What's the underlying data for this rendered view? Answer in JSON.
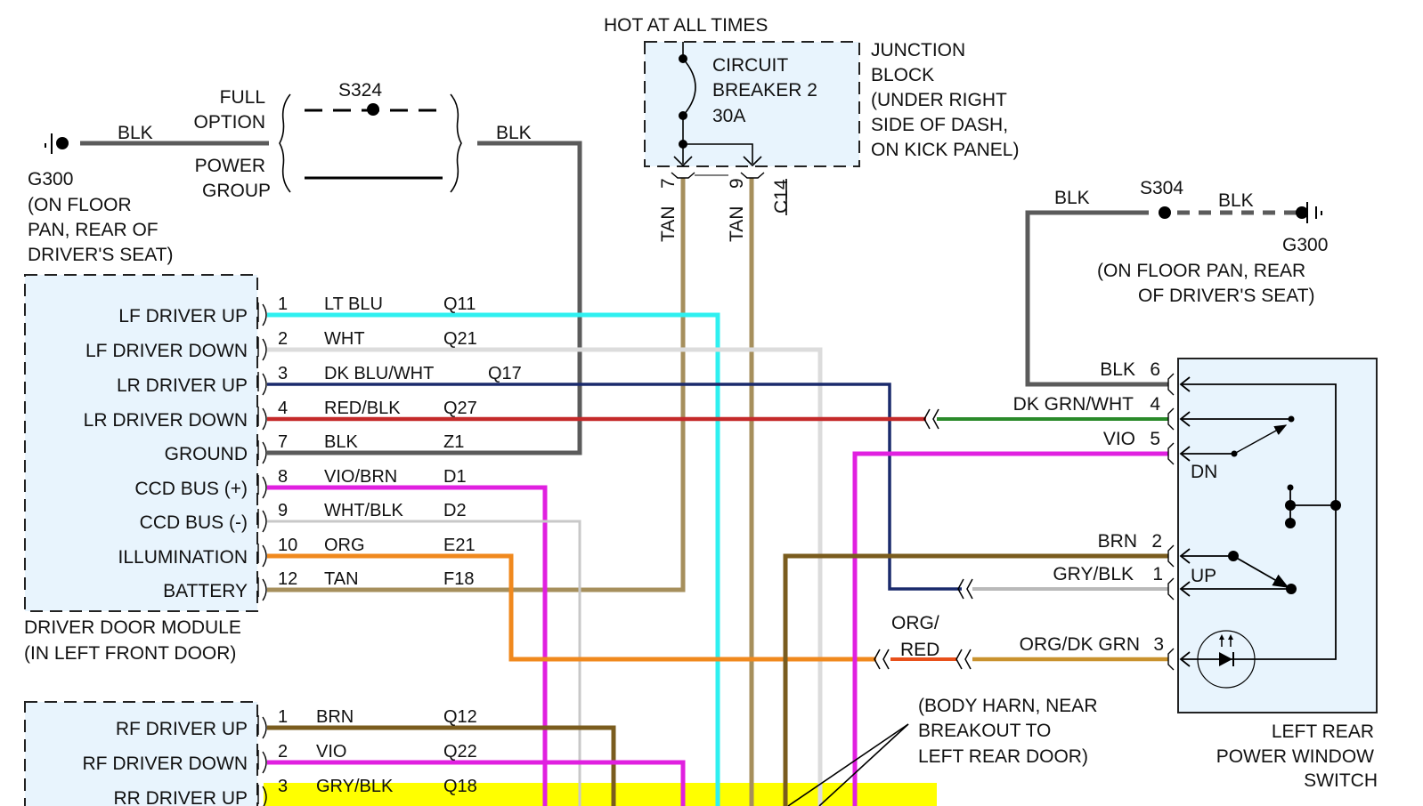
{
  "title": "Power Window Wiring Diagram",
  "colors": {
    "box_fill": "#e8f4fd",
    "highlight": "#ffff00",
    "wire": {
      "LT BLU": "#2ff0f0",
      "WHT": "#dcdcdc",
      "DK BLU/WHT": "#1a2a6c",
      "RED/BLK": "#c42a2a",
      "BLK": "#5b5b5b",
      "VIO/BRN": "#e020e0",
      "WHT/BLK": "#c8c8c8",
      "ORG": "#f0891e",
      "TAN": "#a68f5c",
      "BRN": "#7a5c1e",
      "VIO": "#e020e0",
      "GRY/BLK": "#b9b9b9",
      "DK GRN/WHT": "#2a8a2a",
      "ORG/RED": "#e8501a",
      "ORG/DK GRN": "#c9922e"
    }
  },
  "top_ground": {
    "ground_id": "G300",
    "ground_location": [
      "(ON FLOOR",
      "PAN, REAR OF",
      "DRIVER'S SEAT)"
    ],
    "wire_left": "BLK",
    "wire_right": "BLK",
    "splice_id": "S324",
    "option_full": [
      "FULL",
      "OPTION"
    ],
    "option_power": [
      "POWER",
      "GROUP"
    ]
  },
  "junction_block": {
    "header": "HOT AT ALL TIMES",
    "breaker_label": [
      "CIRCUIT",
      "BREAKER 2",
      "30A"
    ],
    "title": [
      "JUNCTION",
      "BLOCK",
      "(UNDER RIGHT",
      "SIDE OF DASH,",
      "ON KICK PANEL)"
    ],
    "pins": [
      {
        "pin": "7",
        "color": "TAN"
      },
      {
        "pin": "9",
        "color": "TAN"
      }
    ],
    "connector_id": "C14"
  },
  "driver_door_module": {
    "title": [
      "DRIVER DOOR MODULE",
      "(IN LEFT FRONT DOOR)"
    ],
    "pins": [
      {
        "label": "LF DRIVER UP",
        "pin": "1",
        "color": "LT BLU",
        "circuit": "Q11"
      },
      {
        "label": "LF DRIVER DOWN",
        "pin": "2",
        "color": "WHT",
        "circuit": "Q21"
      },
      {
        "label": "LR DRIVER UP",
        "pin": "3",
        "color": "DK BLU/WHT",
        "circuit": "Q17"
      },
      {
        "label": "LR DRIVER DOWN",
        "pin": "4",
        "color": "RED/BLK",
        "circuit": "Q27"
      },
      {
        "label": "GROUND",
        "pin": "7",
        "color": "BLK",
        "circuit": "Z1"
      },
      {
        "label": "CCD BUS (+)",
        "pin": "8",
        "color": "VIO/BRN",
        "circuit": "D1"
      },
      {
        "label": "CCD BUS (-)",
        "pin": "9",
        "color": "WHT/BLK",
        "circuit": "D2"
      },
      {
        "label": "ILLUMINATION",
        "pin": "10",
        "color": "ORG",
        "circuit": "E21"
      },
      {
        "label": "BATTERY",
        "pin": "12",
        "color": "TAN",
        "circuit": "F18"
      }
    ]
  },
  "rf_module": {
    "pins": [
      {
        "label": "RF DRIVER UP",
        "pin": "1",
        "color": "BRN",
        "circuit": "Q12"
      },
      {
        "label": "RF DRIVER DOWN",
        "pin": "2",
        "color": "VIO",
        "circuit": "Q22"
      },
      {
        "label": "RR DRIVER UP",
        "pin": "3",
        "color": "GRY/BLK",
        "circuit": "Q18"
      }
    ]
  },
  "right_ground": {
    "wire_left": "BLK",
    "splice_id": "S304",
    "wire_right": "BLK",
    "ground_id": "G300",
    "ground_location": [
      "(ON FLOOR PAN, REAR",
      "OF DRIVER'S SEAT)"
    ]
  },
  "lr_switch": {
    "title": [
      "LEFT REAR",
      "POWER WINDOW",
      "SWITCH"
    ],
    "pins": [
      {
        "pin": "6",
        "color": "BLK"
      },
      {
        "pin": "4",
        "color": "DK GRN/WHT"
      },
      {
        "pin": "5",
        "color": "VIO"
      },
      {
        "pin": "2",
        "color": "BRN"
      },
      {
        "pin": "1",
        "color": "GRY/BLK"
      },
      {
        "pin": "3",
        "color": "ORG/DK GRN"
      }
    ],
    "dn_label": "DN",
    "up_label": "UP",
    "org_red_label": [
      "ORG/",
      "RED"
    ]
  },
  "body_harness_note": [
    "(BODY HARN, NEAR",
    "BREAKOUT TO",
    "LEFT REAR DOOR)"
  ]
}
